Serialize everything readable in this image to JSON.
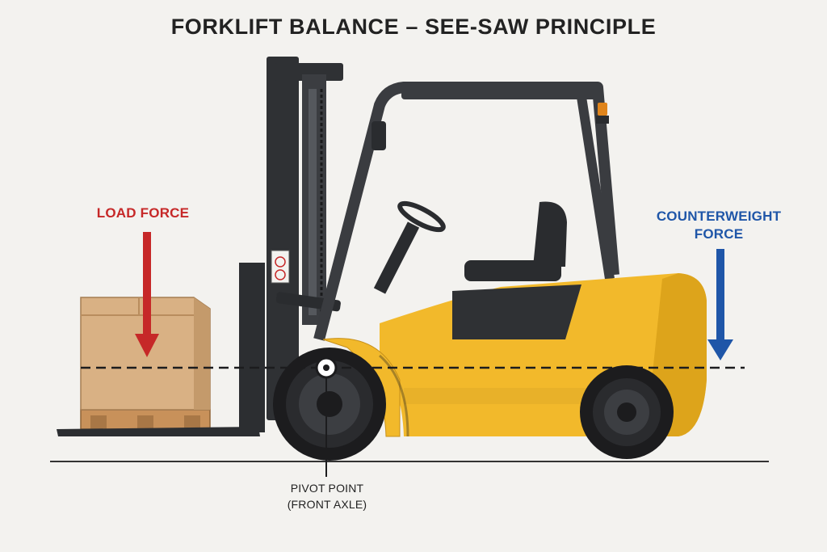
{
  "title": "FORKLIFT BALANCE – SEE-SAW PRINCIPLE",
  "load_force": {
    "label": "LOAD FORCE",
    "color": "#c62828"
  },
  "counterweight_force": {
    "label_line1": "COUNTERWEIGHT",
    "label_line2": "FORCE",
    "color": "#1f56a8"
  },
  "pivot": {
    "label_line1": "PIVOT POINT",
    "label_line2": "(FRONT AXLE)"
  },
  "colors": {
    "body": "#f2b92b",
    "body_shadow": "#d49b16",
    "frame": "#3a3c40",
    "tire": "#1c1c1e",
    "box": "#d9b184",
    "pallet": "#c8915a"
  }
}
